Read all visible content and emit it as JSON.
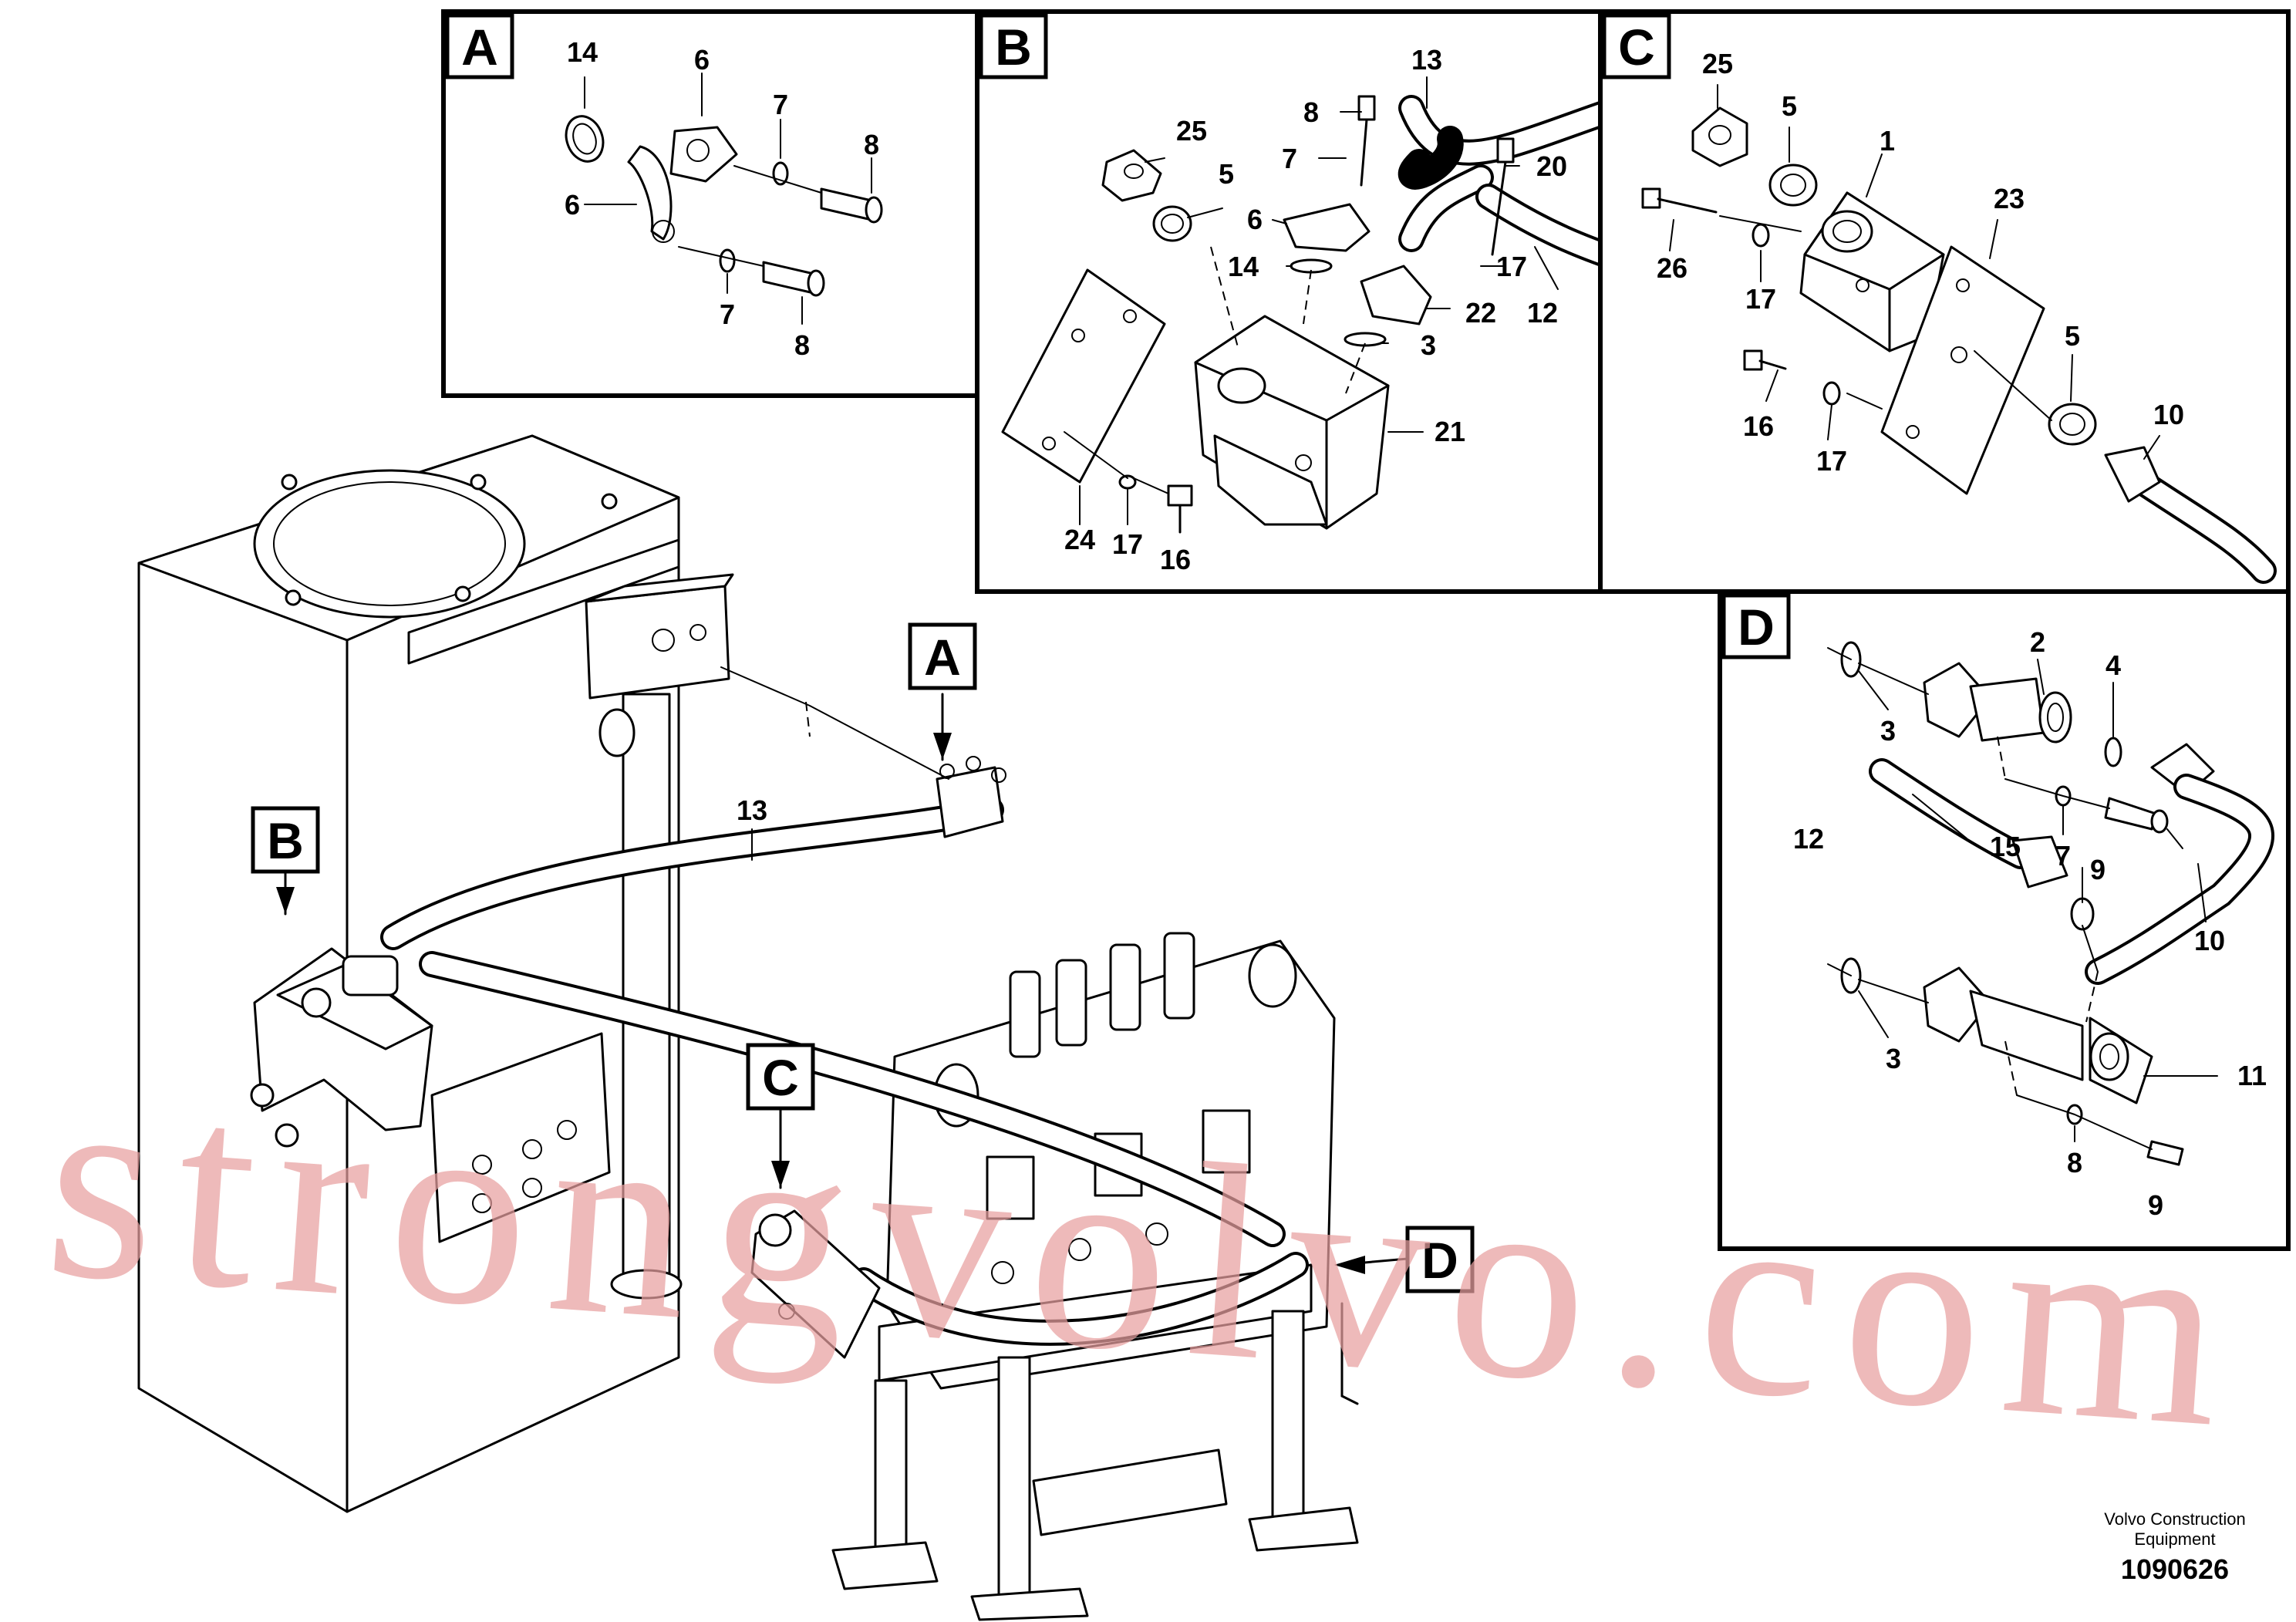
{
  "detail_tags": {
    "a": "A",
    "b": "B",
    "c": "C",
    "d": "D"
  },
  "main_tags": {
    "a": "A",
    "b": "B",
    "c": "C",
    "d": "D"
  },
  "callouts": {
    "a": [
      "14",
      "6",
      "7",
      "8",
      "6",
      "7",
      "8"
    ],
    "b": [
      "13",
      "8",
      "7",
      "20",
      "25",
      "5",
      "6",
      "14",
      "17",
      "12",
      "22",
      "3",
      "21",
      "24",
      "17",
      "16"
    ],
    "c": [
      "25",
      "5",
      "1",
      "23",
      "26",
      "17",
      "16",
      "17",
      "5",
      "10"
    ],
    "d": [
      "2",
      "4",
      "3",
      "7",
      "9",
      "12",
      "15",
      "10",
      "3",
      "11",
      "8",
      "9"
    ],
    "main": [
      "13"
    ]
  },
  "watermark": "strongvolvo.com",
  "footer": {
    "company_line1": "Volvo Construction",
    "company_line2": "Equipment",
    "drawing_number": "1090626"
  }
}
